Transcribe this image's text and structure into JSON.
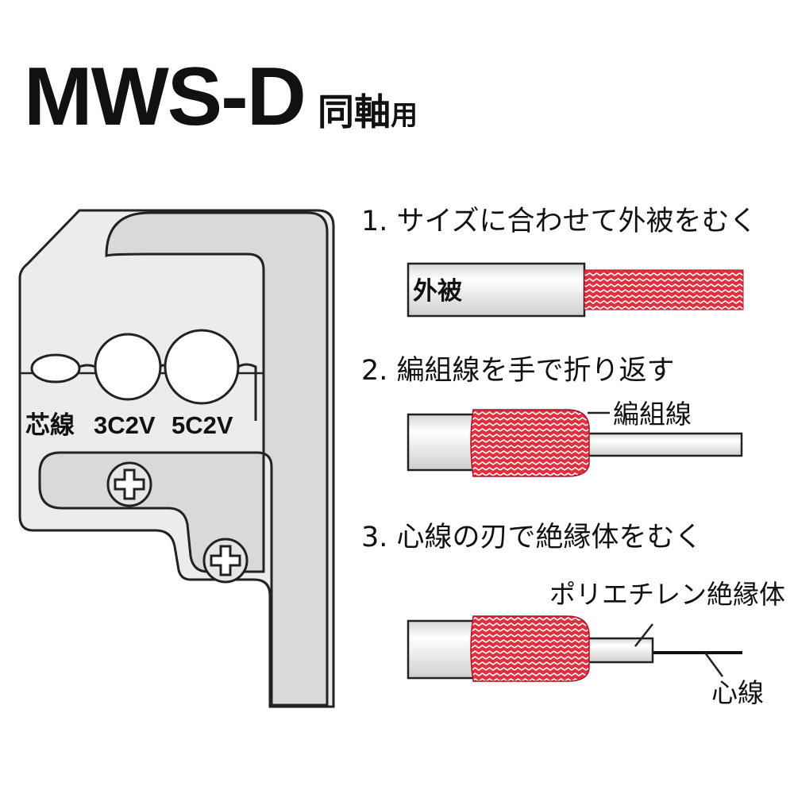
{
  "header": {
    "title": "MWS-D",
    "subtitle_main": "同軸",
    "subtitle_suffix": "用"
  },
  "tool": {
    "holes": [
      "芯線",
      "3C2V",
      "5C2V"
    ],
    "screws": [
      "phillips-screw-icon",
      "phillips-screw-icon"
    ]
  },
  "steps": [
    {
      "text": "1. サイズに合わせて外被をむく",
      "labels": [
        "外被"
      ]
    },
    {
      "text": "2. 編組線を手で折り返す",
      "labels": [
        "編組線"
      ]
    },
    {
      "text": "3. 心線の刃で絶縁体をむく",
      "labels": [
        "ポリエチレン絶縁体",
        "心線"
      ]
    }
  ],
  "colors": {
    "braid": "#e03040",
    "jacket": "#e8e8e8",
    "tool_body": "#ececec",
    "outline": "#222222"
  }
}
